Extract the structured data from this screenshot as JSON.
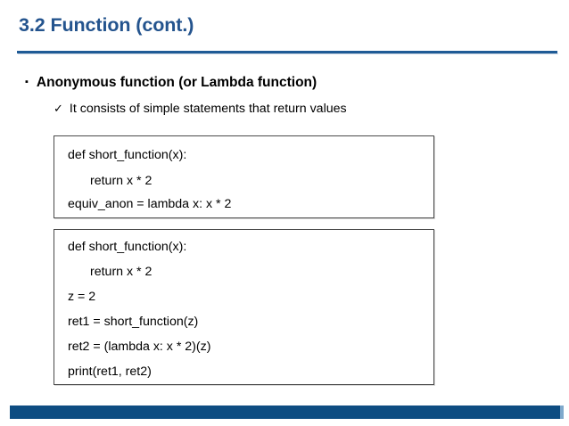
{
  "slide": {
    "title": "3.2 Function (cont.)",
    "accent_color": "#24548E",
    "rule_color": "#1F5B96",
    "footer_color": "#0E4D82",
    "background": "#ffffff"
  },
  "bullets": {
    "level1": {
      "marker": "square-bullet",
      "marker_glyph": "▪",
      "text": "Anonymous function (or Lambda function)"
    },
    "level2": {
      "marker": "check-bullet",
      "marker_glyph": "✓",
      "text": "It consists of simple statements that return values"
    }
  },
  "code_boxes": [
    {
      "name": "lambda-equivalence-example",
      "lines": [
        "def short_function(x):",
        "return x * 2",
        "equiv_anon = lambda x: x * 2"
      ],
      "indents": [
        0,
        1,
        0
      ]
    },
    {
      "name": "lambda-invocation-example",
      "lines": [
        "def short_function(x):",
        "return x * 2",
        "z = 2",
        "ret1 = short_function(z)",
        "ret2 = (lambda x: x * 2)(z)",
        "print(ret1, ret2)"
      ],
      "indents": [
        0,
        1,
        0,
        0,
        0,
        0
      ]
    }
  ]
}
